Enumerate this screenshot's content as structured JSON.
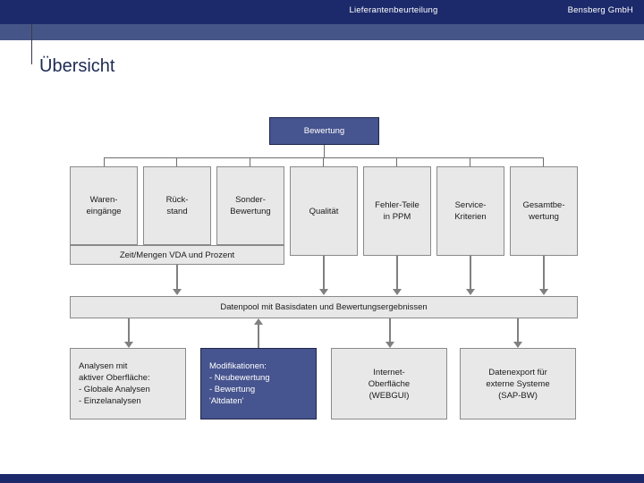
{
  "header": {
    "title": "Lieferantenbeurteilung",
    "company": "Bensberg GmbH"
  },
  "page": {
    "title": "Übersicht"
  },
  "colors": {
    "header_dark": "#1c2a6b",
    "header_light": "#465587",
    "node_blue": "#46548f",
    "node_gray": "#e8e8e8",
    "connector": "#808080",
    "title_text": "#1d2a52"
  },
  "diagram": {
    "root": {
      "label": "Bewertung"
    },
    "criteria": [
      {
        "label": "Waren-\neingänge"
      },
      {
        "label": "Rück-\nstand"
      },
      {
        "label": "Sonder-\nBewertung"
      },
      {
        "label": "Qualität"
      },
      {
        "label": "Fehler-Teile\nin PPM"
      },
      {
        "label": "Service-\nKriterien"
      },
      {
        "label": "Gesamtbe-\nwertung"
      }
    ],
    "subbar": {
      "label": "Zeit/Mengen VDA und Prozent"
    },
    "datapool": {
      "label": "Datenpool mit Basisdaten und Bewertungsergebnissen"
    },
    "outputs": [
      {
        "label": "Analysen mit\naktiver Oberfläche:\n- Globale Analysen\n- Einzelanalysen",
        "style": "gray",
        "align": "left",
        "arrow": "down"
      },
      {
        "label": "Modifikationen:\n- Neubewertung\n- Bewertung\n  'Altdaten'",
        "style": "blue",
        "align": "left",
        "arrow": "up"
      },
      {
        "label": "Internet-\nOberfläche\n(WEBGUI)",
        "style": "gray",
        "align": "center",
        "arrow": "down"
      },
      {
        "label": "Datenexport für\nexterne Systeme\n(SAP-BW)",
        "style": "gray",
        "align": "center",
        "arrow": "down"
      }
    ]
  }
}
